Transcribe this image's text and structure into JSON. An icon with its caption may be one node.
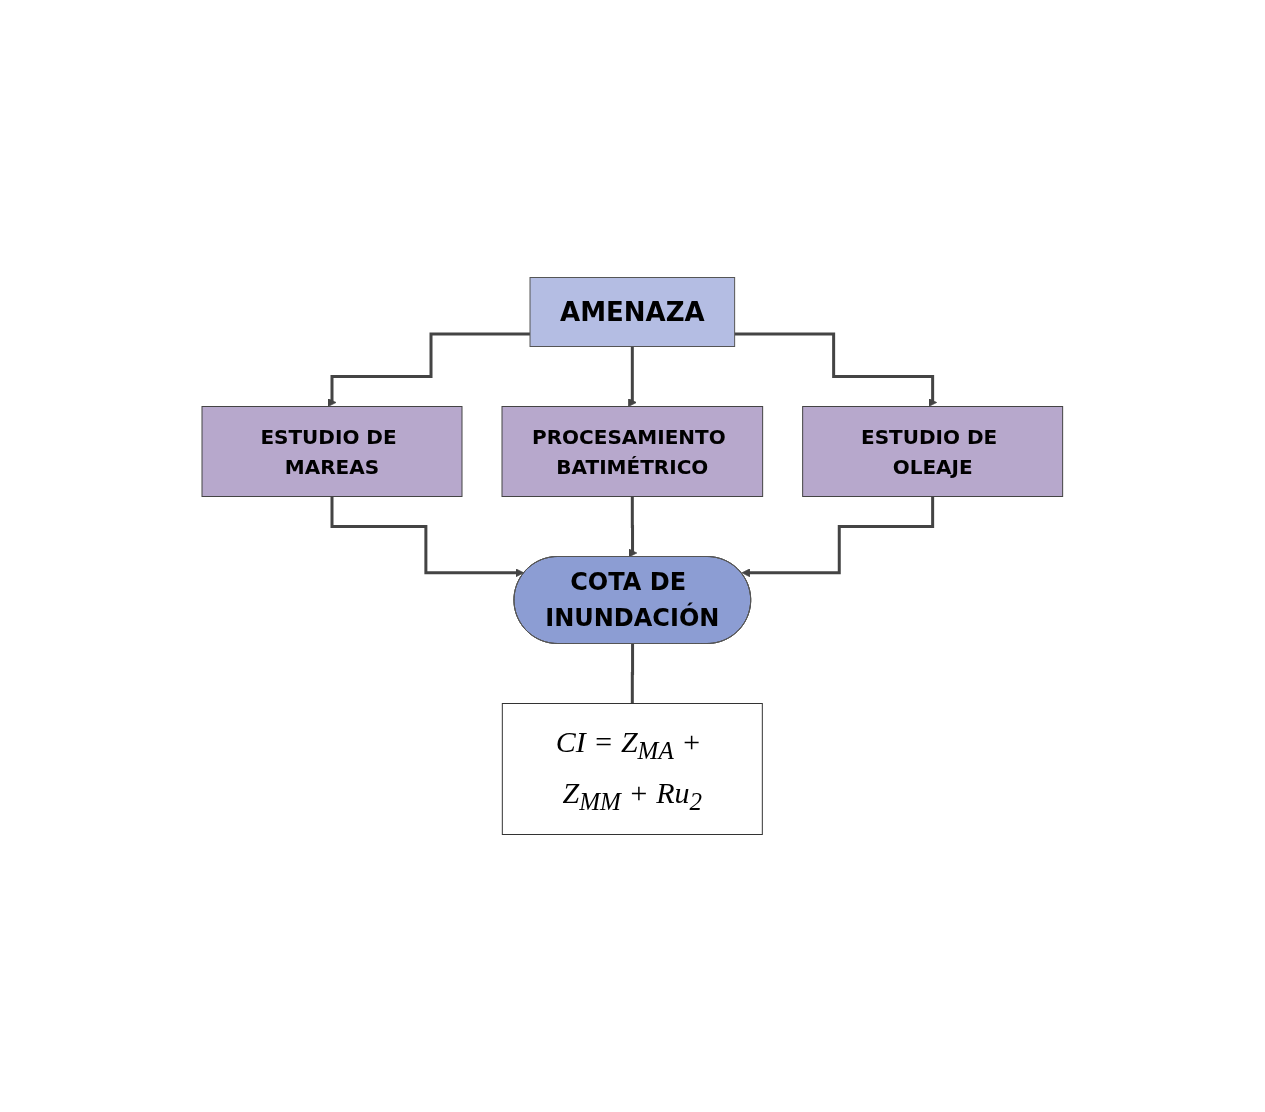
{
  "diagram": {
    "nodes": [
      {
        "text": [
          "AMENAZA"
        ]
      },
      {
        "text": [
          "ESTUDIO DE MAREAS"
        ]
      },
      {
        "text": [
          "PROCESAMIENTO BATIMÉTRICO"
        ]
      },
      {
        "text": [
          "ESTUDIO DE OLEAJE"
        ]
      },
      {
        "text": [
          "COTA DE INUNDACIÓN"
        ]
      },
      {
        "text": [
          "CI = Z$_{MA}$ + Z$_{MM}$ + Ru$_{2}$"
        ]
      }
    ],
    "edges": [
      {
        "from": 0,
        "to": 1,
        "arrow": "to"
      },
      {
        "from": 0,
        "to": 2,
        "arrow": "to"
      },
      {
        "from": 0,
        "to": 3,
        "arrow": "to"
      },
      {
        "from": 1,
        "to": 4,
        "arrow": "to"
      },
      {
        "from": 2,
        "to": 4,
        "arrow": "to"
      },
      {
        "from": 3,
        "to": 4,
        "arrow": "to"
      },
      {
        "from": 4,
        "to": 5,
        "arrow": "none"
      }
    ]
  }
}
